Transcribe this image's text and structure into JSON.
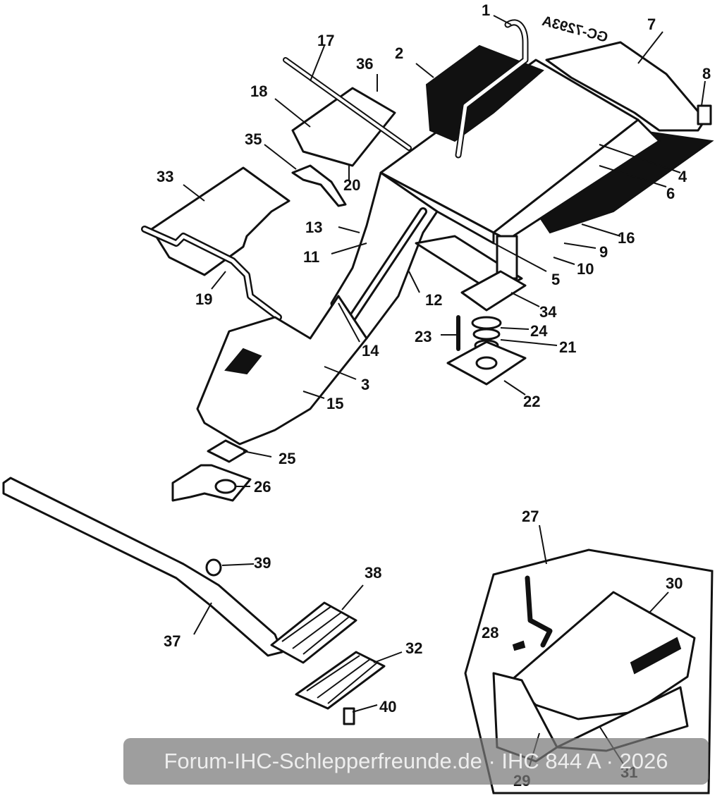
{
  "figure": {
    "drawing_code": "GC-7293A",
    "callouts": [
      "1",
      "2",
      "3",
      "4",
      "5",
      "6",
      "7",
      "8",
      "9",
      "10",
      "11",
      "12",
      "13",
      "14",
      "15",
      "16",
      "17",
      "18",
      "19",
      "20",
      "21",
      "22",
      "23",
      "24",
      "25",
      "26",
      "27",
      "28",
      "29",
      "30",
      "31",
      "32",
      "33",
      "34",
      "35",
      "36",
      "37",
      "38",
      "39",
      "40"
    ]
  },
  "watermark": {
    "text": "Forum-IHC-Schlepperfreunde.de · IHC 844 A · 2026"
  }
}
